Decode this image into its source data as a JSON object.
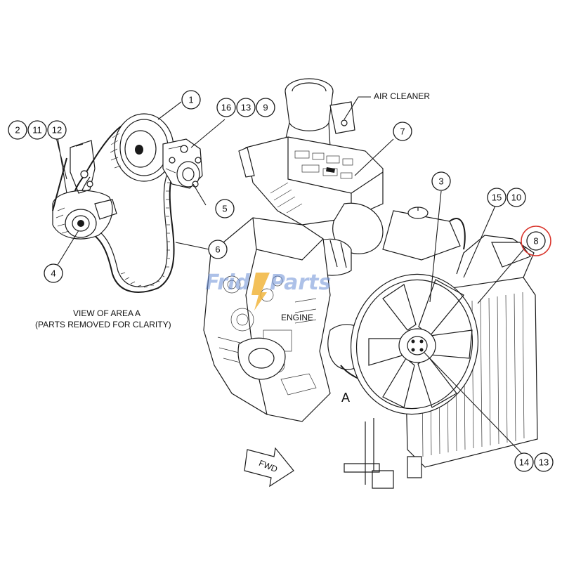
{
  "labels": {
    "air_cleaner": "AIR CLEANER",
    "engine": "ENGINE",
    "view_line1": "VIEW OF AREA A",
    "view_line2": "(PARTS REMOVED FOR CLARITY)",
    "area_marker": "A",
    "fwd": "FWD"
  },
  "watermark": {
    "part1": "Frid",
    "part2": "Parts"
  },
  "callouts": {
    "c1": "1",
    "c2": "2",
    "c11": "11",
    "c12": "12",
    "c16": "16",
    "c13a": "13",
    "c9": "9",
    "c5": "5",
    "c6": "6",
    "c4": "4",
    "c7": "7",
    "c3": "3",
    "c15": "15",
    "c10": "10",
    "c8": "8",
    "c14": "14",
    "c13b": "13"
  },
  "colors": {
    "highlight_circle": "#d9342b",
    "watermark_blue": "#6b8fd6",
    "watermark_yellow": "#f0b030"
  }
}
